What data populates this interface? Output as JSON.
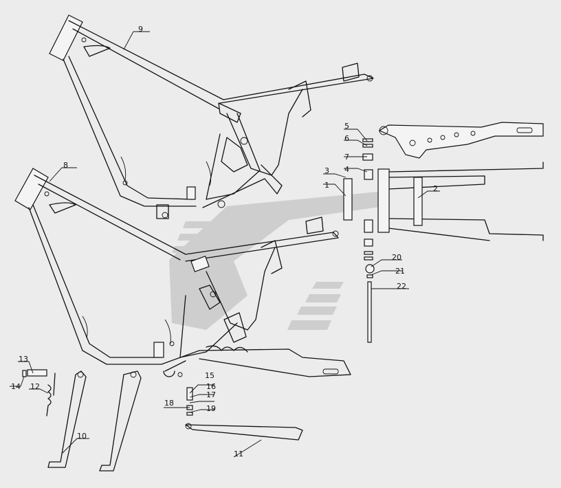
{
  "diagram": {
    "callouts": [
      {
        "id": "callout-1",
        "text": "1"
      },
      {
        "id": "callout-2",
        "text": "2"
      },
      {
        "id": "callout-3",
        "text": "3"
      },
      {
        "id": "callout-4",
        "text": "4"
      },
      {
        "id": "callout-5",
        "text": "5"
      },
      {
        "id": "callout-6",
        "text": "6"
      },
      {
        "id": "callout-7",
        "text": "7"
      },
      {
        "id": "callout-8",
        "text": "8"
      },
      {
        "id": "callout-9",
        "text": "9"
      },
      {
        "id": "callout-10",
        "text": "10"
      },
      {
        "id": "callout-11",
        "text": "11"
      },
      {
        "id": "callout-12",
        "text": "12"
      },
      {
        "id": "callout-13",
        "text": "13"
      },
      {
        "id": "callout-14",
        "text": "14"
      },
      {
        "id": "callout-15",
        "text": "15"
      },
      {
        "id": "callout-16",
        "text": "16"
      },
      {
        "id": "callout-17",
        "text": "17"
      },
      {
        "id": "callout-18",
        "text": "18"
      },
      {
        "id": "callout-19",
        "text": "19"
      },
      {
        "id": "callout-20",
        "text": "20"
      },
      {
        "id": "callout-21",
        "text": "21"
      },
      {
        "id": "callout-22",
        "text": "22"
      }
    ],
    "colors": {
      "line": "#111111",
      "background": "#ececec",
      "watermark": "#c9c9c9"
    }
  }
}
